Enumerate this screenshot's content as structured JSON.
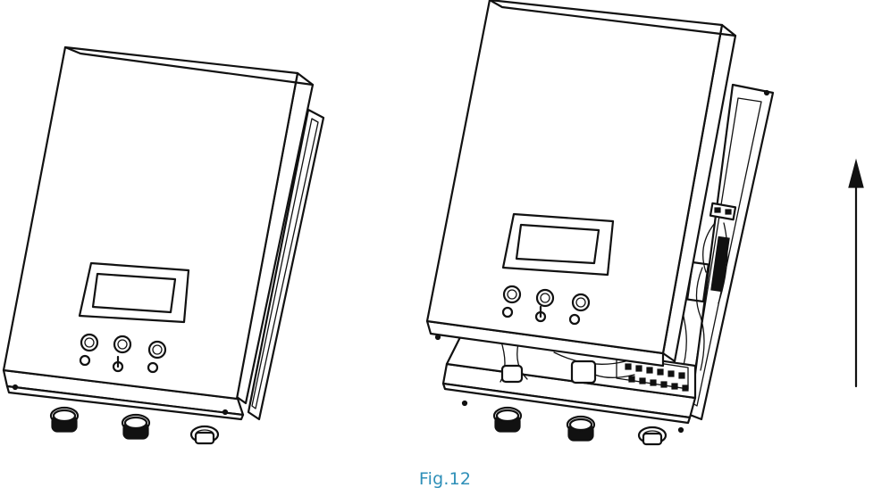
{
  "figure": {
    "caption": "Fig.12",
    "caption_color": "#2e8fb8",
    "line_color": "#111111",
    "panels": [
      {
        "name": "inverter-closed",
        "controls": [
          "button",
          "button",
          "button"
        ],
        "indicators": [
          "indicator",
          "knob",
          "indicator"
        ],
        "ports": [
          "cable-gland",
          "cable-gland",
          "connector"
        ]
      },
      {
        "name": "inverter-cover-lifted",
        "controls": [
          "button",
          "button",
          "button"
        ],
        "indicators": [
          "indicator",
          "knob",
          "indicator"
        ],
        "ports": [
          "cable-gland",
          "cable-gland",
          "connector"
        ]
      }
    ],
    "direction_arrow": "up-arrow-icon"
  }
}
